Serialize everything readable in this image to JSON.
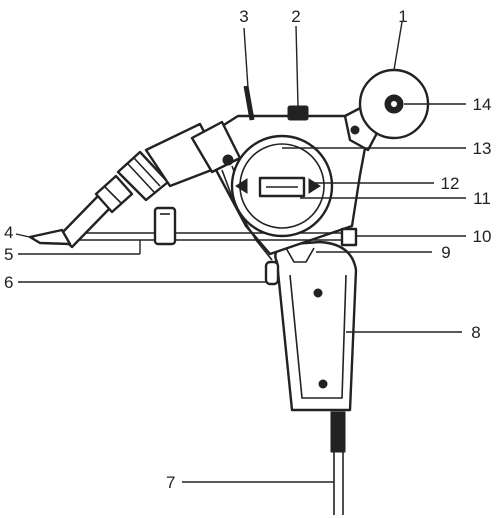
{
  "callouts": [
    {
      "id": "c1",
      "text": "1"
    },
    {
      "id": "c2",
      "text": "2"
    },
    {
      "id": "c3",
      "text": "3"
    },
    {
      "id": "c4",
      "text": "4"
    },
    {
      "id": "c5",
      "text": "5"
    },
    {
      "id": "c6",
      "text": "6"
    },
    {
      "id": "c7",
      "text": "7"
    },
    {
      "id": "c8",
      "text": "8"
    },
    {
      "id": "c9",
      "text": "9"
    },
    {
      "id": "c10",
      "text": "10"
    },
    {
      "id": "c11",
      "text": "11"
    },
    {
      "id": "c12",
      "text": "12"
    },
    {
      "id": "c13",
      "text": "13"
    },
    {
      "id": "c14",
      "text": "14"
    }
  ],
  "colors": {
    "line": "#222222",
    "background": "#ffffff"
  }
}
